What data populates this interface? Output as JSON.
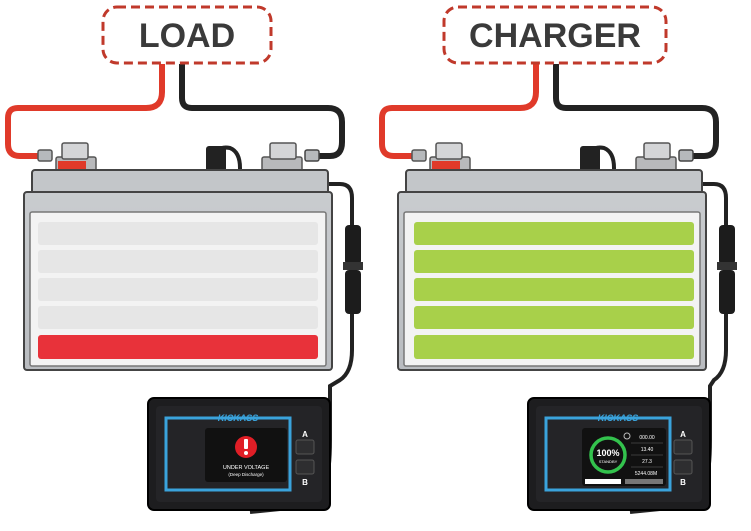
{
  "labels": {
    "load": "LOAD",
    "charger": "CHARGER"
  },
  "load_monitor": {
    "brand": "KICKASS",
    "alert_title": "UNDER VOLTAGE",
    "alert_sub": "(Deep Discharge)",
    "button_a": "A",
    "button_b": "B",
    "level": 0.2
  },
  "charger_monitor": {
    "brand": "KICKASS",
    "percent": "100%",
    "status": "STANDBY",
    "readings": [
      "000.00",
      "13.40",
      "27.3",
      "5244.08M"
    ],
    "button_a": "A",
    "button_b": "B",
    "level": 1.0
  },
  "colors": {
    "label_border": "#c0392b",
    "positive_cable": "#e03a2a",
    "negative_cable": "#222222",
    "empty_cell": "#e6e6e6",
    "low_cell": "#e8323a",
    "full_cell": "#a8d04a",
    "panel_trim": "#3aa3dc",
    "ring_green": "#33c24d",
    "alert_red": "#e01e26"
  }
}
